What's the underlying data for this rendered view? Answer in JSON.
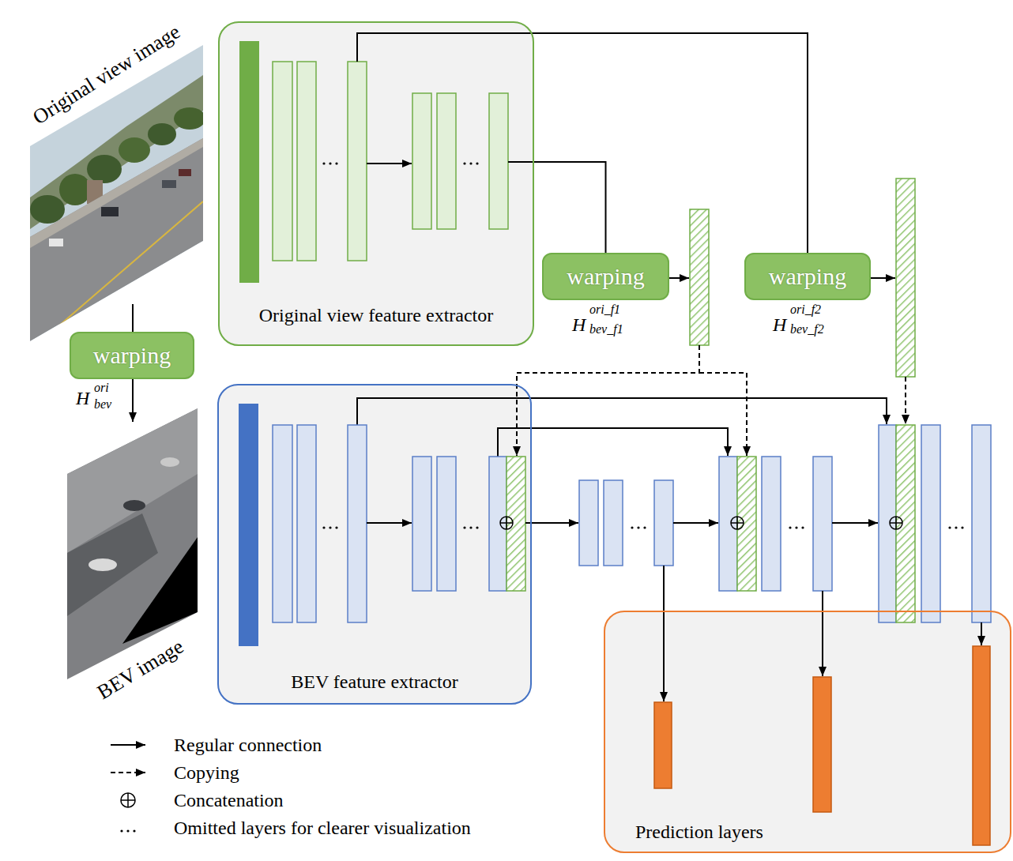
{
  "diagram": {
    "nodes": [
      {
        "text": [
          "Original view feature extractor"
        ]
      },
      {
        "text": [
          "warping"
        ]
      },
      {
        "text": [
          "warping"
        ]
      },
      {
        "text": [
          "warping"
        ]
      },
      {
        "text": [
          "BEV feature extractor"
        ]
      },
      {
        "text": [
          "Prediction layers"
        ]
      }
    ],
    "edges": [
      {
        "from": 0,
        "to": 2,
        "arrow": "none"
      },
      {
        "from": 0,
        "to": 3,
        "arrow": "none"
      }
    ],
    "labels": [
      "Original view image",
      "H",
      "ori",
      "bev",
      "H",
      "ori_f1",
      "bev_f1",
      "H",
      "ori_f2",
      "bev_f2",
      "BEV image"
    ],
    "legend": [
      {
        "text": "Regular connection"
      },
      {
        "text": "Copying"
      },
      {
        "text": "Concatenation"
      },
      {
        "text": "Omitted layers for clearer visualization"
      }
    ]
  }
}
